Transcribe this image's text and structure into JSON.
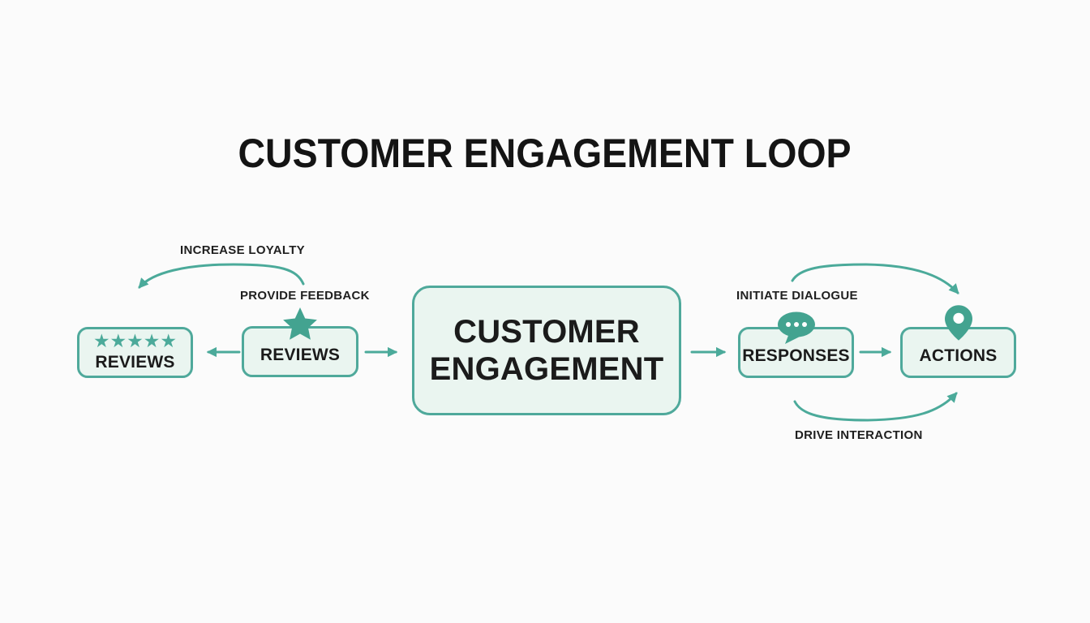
{
  "title": "CUSTOMER ENGAGEMENT LOOP",
  "colors": {
    "accent_teal": "#4BAA9A",
    "icon_teal": "#43A390",
    "node_fill": "#EAF5F0",
    "node_border": "#4FA99B",
    "text_dark": "#1B1B1B",
    "background": "#FBFBFB"
  },
  "nodes": {
    "reviews_rating": {
      "label": "REVIEWS",
      "stars": "★★★★★",
      "icon": "five-star-rating-icon"
    },
    "reviews_star": {
      "label": "REVIEWS",
      "icon": "star-icon"
    },
    "customer_engagement": {
      "label": "CUSTOMER ENGAGEMENT"
    },
    "responses": {
      "label": "RESPONSES",
      "icon": "chat-bubble-icon"
    },
    "actions": {
      "label": "ACTIONS",
      "icon": "map-pin-icon"
    }
  },
  "edge_labels": {
    "increase_loyalty": "INCREASE LOYALTY",
    "provide_feedback": "PROVIDE FEEDBACK",
    "initiate_dialogue": "INITIATE DIALOGUE",
    "drive_interaction": "DRIVE INTERACTION"
  },
  "edges": [
    {
      "from": "reviews_star",
      "to": "reviews_rating",
      "style": "straight",
      "direction": "left"
    },
    {
      "from": "reviews_star",
      "to": "customer_engagement",
      "style": "straight",
      "direction": "right"
    },
    {
      "from": "customer_engagement",
      "to": "responses",
      "style": "straight",
      "direction": "right"
    },
    {
      "from": "responses",
      "to": "actions",
      "style": "straight",
      "direction": "right"
    },
    {
      "from": "reviews_star",
      "to": "reviews_rating",
      "label": "INCREASE LOYALTY",
      "style": "curved-top"
    },
    {
      "from": "responses",
      "to": "actions",
      "label": "INITIATE DIALOGUE",
      "style": "curved-top"
    },
    {
      "from": "responses",
      "to": "actions",
      "label": "DRIVE INTERACTION",
      "style": "curved-bottom"
    }
  ]
}
